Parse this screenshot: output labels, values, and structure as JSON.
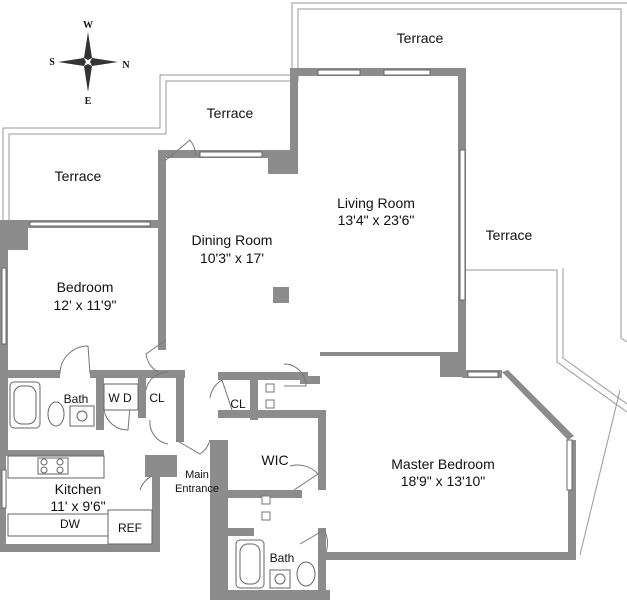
{
  "compass": {
    "north": "N",
    "south": "S",
    "east": "E",
    "west": "W"
  },
  "rooms": {
    "terrace_top": {
      "name": "Terrace"
    },
    "terrace_mid": {
      "name": "Terrace"
    },
    "terrace_left": {
      "name": "Terrace"
    },
    "terrace_right": {
      "name": "Terrace"
    },
    "living_room": {
      "name": "Living Room",
      "size": "13'4\" x 23'6\""
    },
    "dining_room": {
      "name": "Dining Room",
      "size": "10'3\" x 17'"
    },
    "bedroom": {
      "name": "Bedroom",
      "size": "12' x 11'9\""
    },
    "bath_left": {
      "name": "Bath"
    },
    "wd": {
      "name": "W D"
    },
    "cl_left": {
      "name": "CL"
    },
    "cl_right": {
      "name": "CL"
    },
    "kitchen": {
      "name": "Kitchen",
      "size": "11' x 9'6\""
    },
    "dw": {
      "name": "DW"
    },
    "ref": {
      "name": "REF"
    },
    "main_entrance": {
      "line1": "Main",
      "line2": "Entrance"
    },
    "wic": {
      "name": "WIC"
    },
    "master_bedroom": {
      "name": "Master Bedroom",
      "size": "18'9\" x 13'10\""
    },
    "bath_right": {
      "name": "Bath"
    }
  },
  "colors": {
    "wall": "#8c8c8c",
    "terrace_outline": "#9a9a9a",
    "background": "#ffffff"
  }
}
